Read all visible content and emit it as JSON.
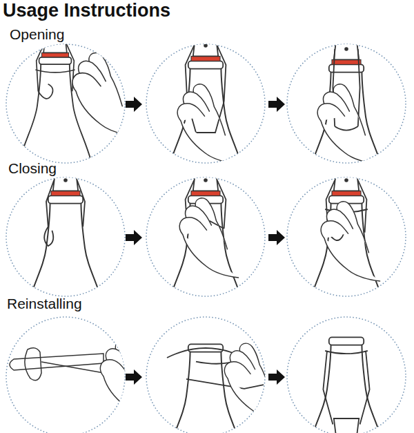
{
  "diagram": {
    "title": "Usage Instructions",
    "labels": [
      "Opening",
      "Closing",
      "Reinstalling"
    ]
  }
}
